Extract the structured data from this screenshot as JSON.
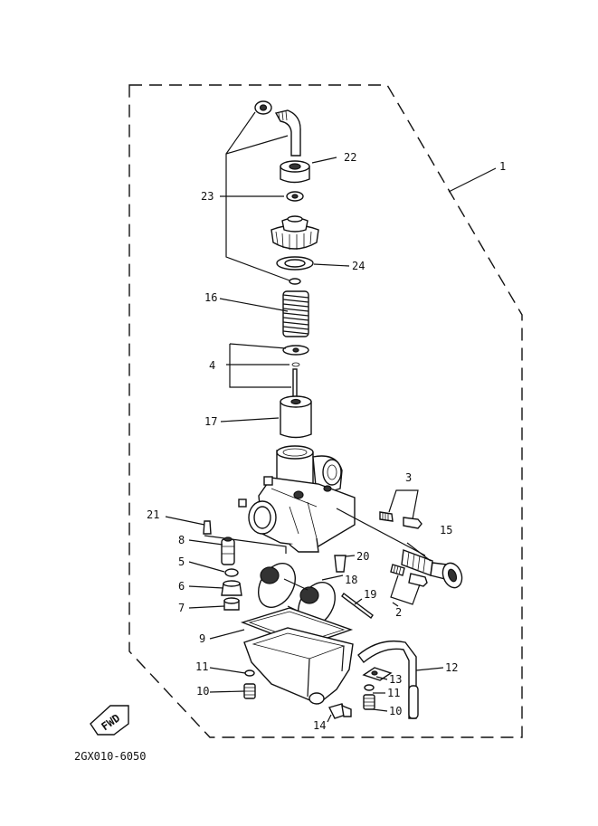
{
  "diagram": {
    "code": "2GX010-6050",
    "fwd": "FWD",
    "labels": {
      "p1": "1",
      "p2": "2",
      "p3": "3",
      "p4": "4",
      "p5": "5",
      "p6": "6",
      "p7": "7",
      "p8": "8",
      "p9": "9",
      "p10a": "10",
      "p10b": "10",
      "p11a": "11",
      "p11b": "11",
      "p12": "12",
      "p13": "13",
      "p14": "14",
      "p15": "15",
      "p16": "16",
      "p17": "17",
      "p18": "18",
      "p19": "19",
      "p20": "20",
      "p21": "21",
      "p22": "22",
      "p23": "23",
      "p24": "24"
    }
  }
}
